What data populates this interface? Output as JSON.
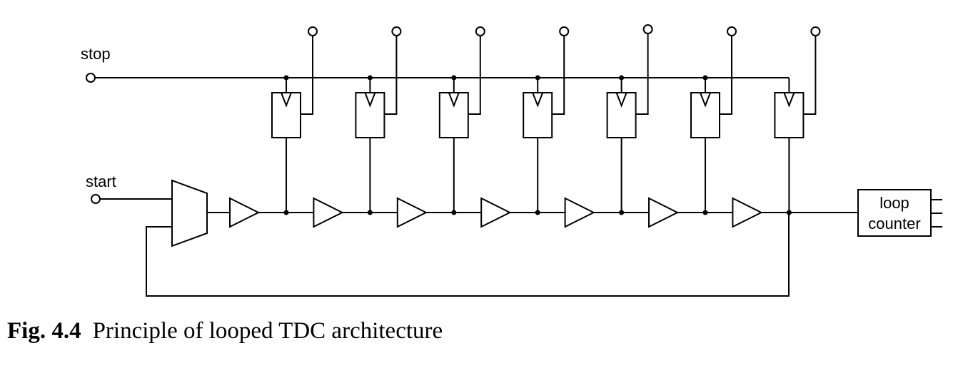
{
  "labels": {
    "stop": "stop",
    "start": "start",
    "loop_counter_line1": "loop",
    "loop_counter_line2": "counter"
  },
  "caption": {
    "figure_number": "Fig. 4.4",
    "text": "Principle of looped TDC architecture"
  },
  "stage_count": 7
}
